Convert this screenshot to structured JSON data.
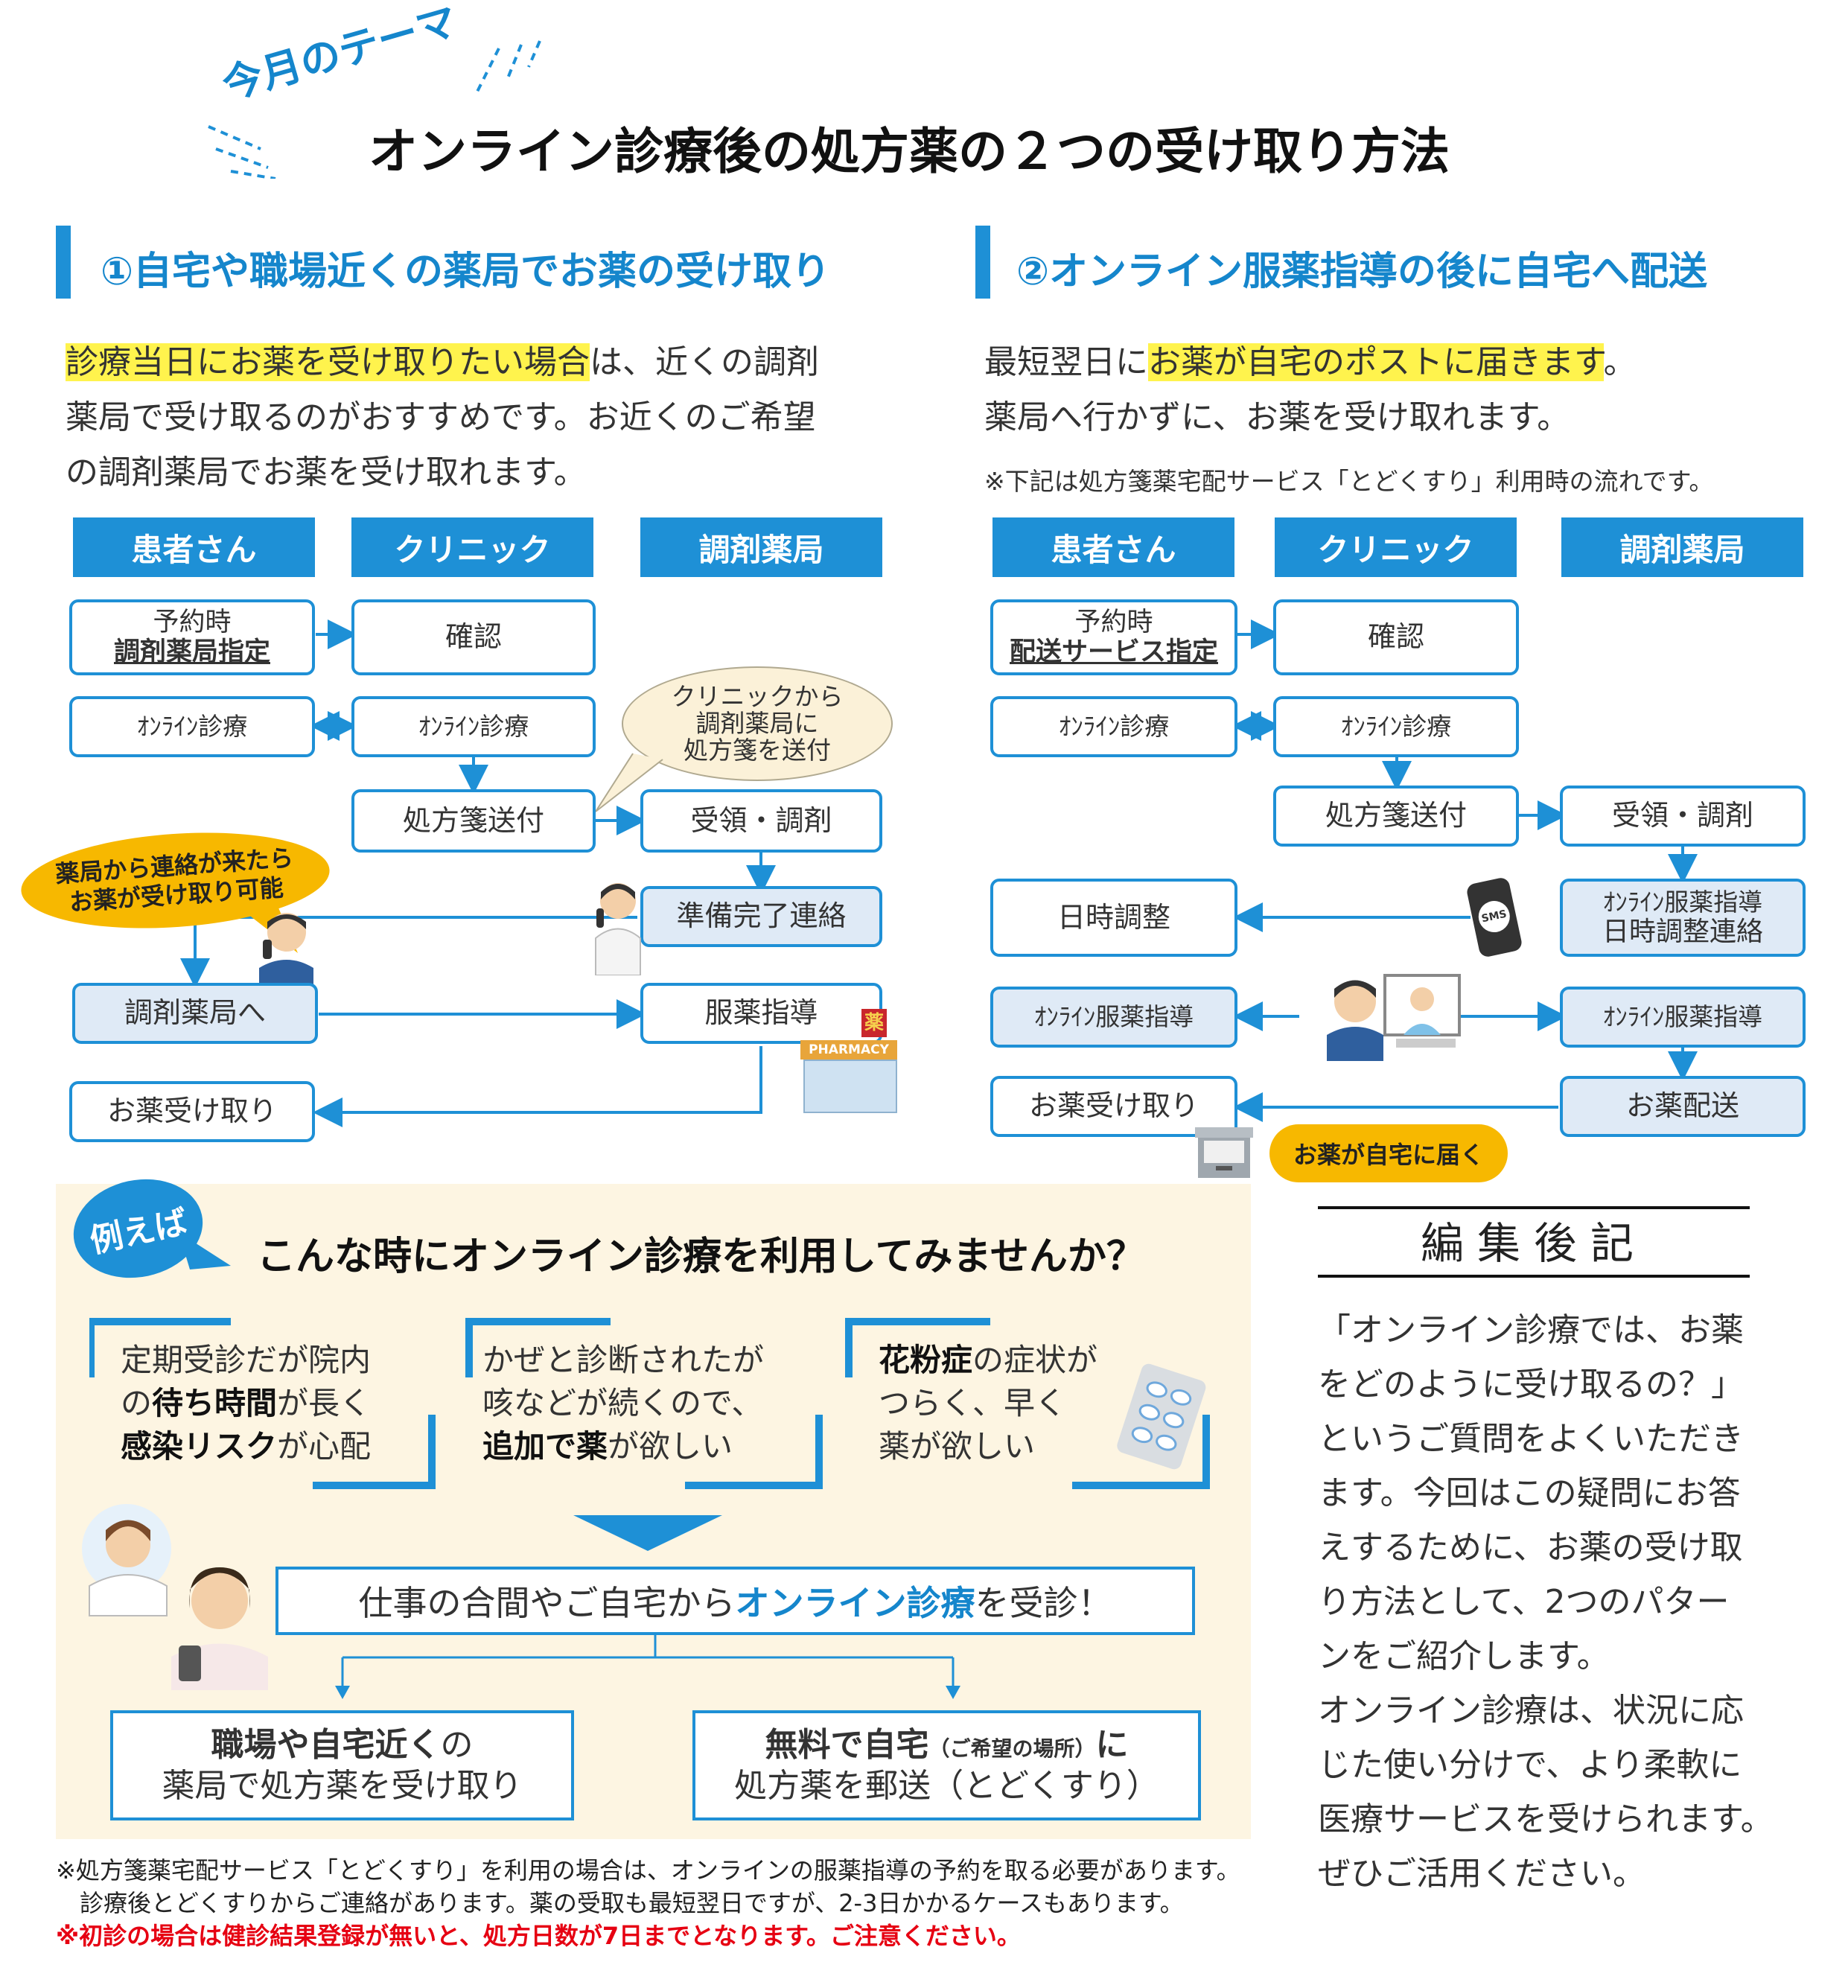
{
  "header": {
    "tagline": "今月のテーマ",
    "title": "オンライン診療後の処方薬の２つの受け取り方法"
  },
  "section1": {
    "title": "①自宅や職場近くの薬局でお薬の受け取り",
    "intro_highlight": "診療当日にお薬を受け取りたい場合",
    "intro_rest_1": "は、近くの調剤",
    "intro_line2": "薬局で受け取るのがおすすめです。お近くのご希望",
    "intro_line3": "の調剤薬局でお薬を受け取れます。",
    "col_patient": "患者さん",
    "col_clinic": "クリニック",
    "col_pharmacy": "調剤薬局",
    "reserve_line1": "予約時",
    "reserve_line2": "調剤薬局指定",
    "confirm": "確認",
    "online_patient": "ｵﾝﾗｲﾝ診療",
    "online_clinic": "ｵﾝﾗｲﾝ診療",
    "bubble_line1": "クリニックから",
    "bubble_line2": "調剤薬局に",
    "bubble_line3": "処方箋を送付",
    "rx_send": "処方箋送付",
    "receive_dispense": "受領・調剤",
    "callout_line1": "薬局から連絡が来たら",
    "callout_line2": "お薬が受け取り可能",
    "ready_notice": "準備完了連絡",
    "to_pharmacy": "調剤薬局へ",
    "guidance": "服薬指導",
    "pickup": "お薬受け取り",
    "pharmacy_sign": "PHARMACY",
    "pharmacy_kanji": "薬"
  },
  "section2": {
    "title": "②オンライン服薬指導の後に自宅へ配送",
    "intro_pre": "最短翌日に",
    "intro_highlight": "お薬が自宅のポストに届きます",
    "intro_post": "。",
    "intro_line2": "薬局へ行かずに、お薬を受け取れます。",
    "note": "※下記は処方箋薬宅配サービス「とどくすり」利用時の流れです。",
    "col_patient": "患者さん",
    "col_clinic": "クリニック",
    "col_pharmacy": "調剤薬局",
    "reserve_line1": "予約時",
    "reserve_line2": "配送サービス指定",
    "confirm": "確認",
    "online_patient": "ｵﾝﾗｲﾝ診療",
    "online_clinic": "ｵﾝﾗｲﾝ診療",
    "rx_send": "処方箋送付",
    "receive_dispense": "受領・調剤",
    "schedule": "日時調整",
    "schedule_notice_line1": "ｵﾝﾗｲﾝ服薬指導",
    "schedule_notice_line2": "日時調整連絡",
    "sms": "SMS",
    "guidance_patient": "ｵﾝﾗｲﾝ服薬指導",
    "guidance_pharmacy": "ｵﾝﾗｲﾝ服薬指導",
    "pickup": "お薬受け取り",
    "delivery": "お薬配送",
    "delivered_callout": "お薬が自宅に届く"
  },
  "examples": {
    "badge": "例えば",
    "heading": "こんな時にオンライン診療を利用してみませんか？",
    "case1": {
      "l1": "定期受診だが院内",
      "l2_pre": "の",
      "l2_bold": "待ち時間",
      "l2_post": "が長く",
      "l3_bold": "感染リスク",
      "l3_post": "が心配"
    },
    "case2": {
      "l1": "かぜと診断されたが",
      "l2": "咳などが続くので、",
      "l3_bold": "追加で薬",
      "l3_post": "が欲しい"
    },
    "case3": {
      "l1_bold": "花粉症",
      "l1_post": "の症状が",
      "l2": "つらく、早く",
      "l3": "薬が欲しい"
    },
    "consult_pre": "仕事の合間やご自宅から",
    "consult_em": "オンライン診療",
    "consult_post": "を受診！",
    "opt1_bold": "職場や自宅近く",
    "opt1_post": "の",
    "opt1_line2": "薬局で処方薬を受け取り",
    "opt2_bold1": "無料で自宅",
    "opt2_small": "（ご希望の場所）",
    "opt2_bold2": "に",
    "opt2_line2": "処方薬を郵送（とどくすり）"
  },
  "afterword": {
    "title": "編集後記",
    "lines": [
      "「オンライン診療では、お薬",
      "をどのように受け取るの？」",
      "というご質問をよくいただき",
      "ます。今回はこの疑問にお答",
      "えするために、お薬の受け取",
      "り方法として、2つのパター",
      "ンをご紹介します。",
      "オンライン診療は、状況に応",
      "じた使い分けで、より柔軟に",
      "医療サービスを受けられます。",
      "ぜひご活用ください。"
    ]
  },
  "footnotes": {
    "line1": "※処方箋薬宅配サービス「とどくすり」を利用の場合は、オンラインの服薬指導の予約を取る必要があります。",
    "line2": "　診療後とどくすりからご連絡があります。薬の受取も最短翌日ですが、2-3日かかるケースもあります。",
    "line3": "※初診の場合は健診結果登録が無いと、処方日数が7日までとなります。ご注意ください。"
  },
  "colors": {
    "accent": "#1e90d6",
    "title_blue": "#1586cc",
    "callout_yellow": "#f7b800",
    "highlight": "#fff34d",
    "panel": "#fdf5e2",
    "warning_red": "#e60012"
  }
}
